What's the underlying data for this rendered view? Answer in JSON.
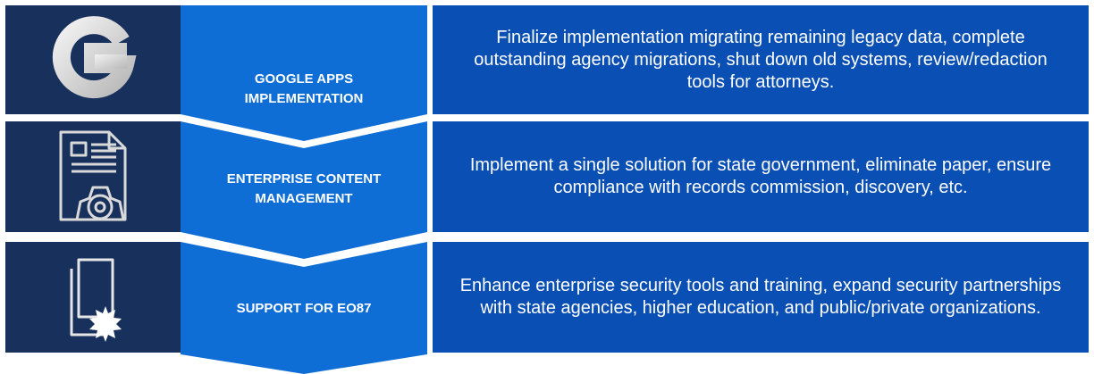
{
  "colors": {
    "icon_background": "#18305c",
    "chevron": "#0f6dd6",
    "description_background": "#0a4fb3",
    "text": "#ffffff"
  },
  "rows": [
    {
      "icon": "google-g-icon",
      "title": "Google Apps Implementation",
      "description": "Finalize implementation migrating remaining legacy data, complete outstanding agency migrations, shut down old systems, review/redaction tools for attorneys."
    },
    {
      "icon": "document-gear-icon",
      "title": "Enterprise Content Management",
      "description": "Implement a single solution for state government, eliminate paper, ensure compliance with records commission, discovery, etc."
    },
    {
      "icon": "documents-seal-icon",
      "title": "Support for EO87",
      "description": "Enhance enterprise security tools and training, expand security partnerships with state agencies, higher education, and public/private organizations."
    }
  ]
}
